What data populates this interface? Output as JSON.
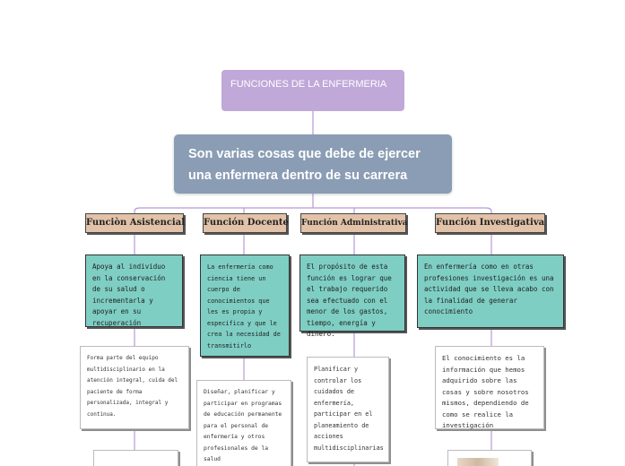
{
  "topic": "FUNCIONES DE LA ENFERMERIA",
  "subtopic": "Son varias cosas que debe de ejercer una enfermera dentro de su carrera",
  "categories": [
    {
      "title": "Funciòn Asistencial",
      "main": "Apoya al individuo en la conservación de su salud o incrementarla y apoyar en su recuperación",
      "detail": "Forma parte del equipo multidisciplinario en la atención integral, cuida del paciente de forma personalizada, integral y continua."
    },
    {
      "title": "Función Docente",
      "main": "La enfermería como ciencia tiene un cuerpo de conocimientos que les es propia y especifica y que le crea la necesidad de transmitirlo",
      "detail": "Diseñar, planificar y participar en programas de educación permanente para el personal de enfermería y otros profesionales de la salud"
    },
    {
      "title": "Función Administrativa",
      "main": "El propósito de esta función es lograr que el trabajo requerido sea efectuado con el menor de los gastos, tiempo, energía y dinero.",
      "detail": "Planificar y controlar los cuidados de enfermería, participar en el planeamiento de acciones multidisciplinarias"
    },
    {
      "title": "Función Investigativa",
      "main": "En enfermería como en otras profesiones investigación es una actividad que se lleva acabo con la finalidad de generar conocimiento",
      "detail": "El conocimiento es la información que hemos adquirido sobre las cosas y sobre nosotros mismos, dependiendo de como se realice la investigación"
    }
  ],
  "colors": {
    "topic": "#c0a8d8",
    "subtopic": "#8a9db5",
    "category": "#e2c2a8",
    "main_box": "#7ecec3",
    "connector": "#b89ad8"
  }
}
